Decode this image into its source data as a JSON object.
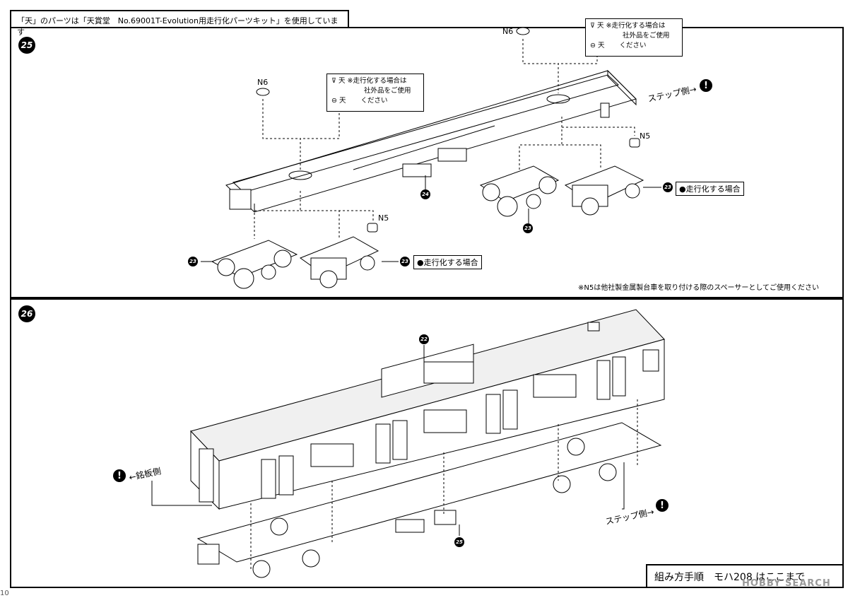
{
  "header_note": "「天」のパーツは「天賞堂　No.69001T-Evolution用走行化パーツキット」を使用しています",
  "step25": {
    "number": "25",
    "n6_top": "N6",
    "n6_left": "N6",
    "n5_right": "N5",
    "n5_left": "N5",
    "note_top": {
      "line1_mark": "天",
      "line1_text": "※走行化する場合は",
      "line2_text": "社外品をご使用",
      "line3_mark": "天",
      "line3_text": "ください"
    },
    "note_left": {
      "line1_mark": "天",
      "line1_text": "※走行化する場合は",
      "line2_text": "社外品をご使用",
      "line3_mark": "天",
      "line3_text": "ください"
    },
    "step_side": "ステップ側→",
    "warn": "!",
    "part24": "24",
    "part23_a": "23",
    "part23_b": "23",
    "part23_c": "23",
    "part23_d": "23",
    "running_right": "●走行化する場合",
    "running_left": "●走行化する場合",
    "footnote": "※N5は他社製金属製台車を取り付ける際のスペーサーとしてご使用ください"
  },
  "step26": {
    "number": "26",
    "part22": "22",
    "part25": "25",
    "nameplate_side": "←銘板側",
    "step_side": "ステップ側→",
    "warn": "!"
  },
  "footer": {
    "procedure": "組み方手順　モハ208 はここまで",
    "page": "10",
    "watermark": "HOBBY SEARCH"
  }
}
